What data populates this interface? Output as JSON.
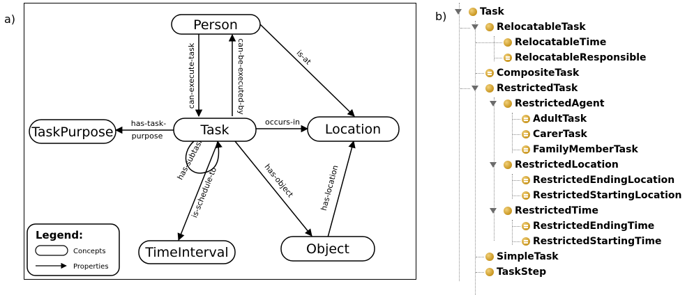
{
  "panel_a": {
    "label": "a)",
    "nodes": {
      "person": "Person",
      "task": "Task",
      "task_purpose": "TaskPurpose",
      "location": "Location",
      "time_interval": "TimeInterval",
      "object": "Object"
    },
    "edges": {
      "can_execute_task": "can-execute-task",
      "can_be_executed_by": "can-be-executed-by",
      "is_at": "is-at",
      "occurs_in": "occurs-in",
      "has_task_purpose_1": "has-task-",
      "has_task_purpose_2": "purpose",
      "has_subtask": "has-subtask",
      "is_schedule_to": "is-schedule-to",
      "has_object": "has-object",
      "has_location": "has-location"
    },
    "legend": {
      "title": "Legend:",
      "concepts": "Concepts",
      "properties": "Properties"
    }
  },
  "panel_b": {
    "label": "b)",
    "tree": [
      {
        "label": "Task",
        "icon": "class-icon"
      },
      {
        "label": "RelocatableTask",
        "icon": "class-icon"
      },
      {
        "label": "RelocatableTime",
        "icon": "class-icon"
      },
      {
        "label": "RelocatableResponsible",
        "icon": "defined-class-icon"
      },
      {
        "label": "CompositeTask",
        "icon": "defined-class-icon"
      },
      {
        "label": "RestrictedTask",
        "icon": "class-icon"
      },
      {
        "label": "RestrictedAgent",
        "icon": "class-icon"
      },
      {
        "label": "AdultTask",
        "icon": "defined-class-icon"
      },
      {
        "label": "CarerTask",
        "icon": "defined-class-icon"
      },
      {
        "label": "FamilyMemberTask",
        "icon": "defined-class-icon"
      },
      {
        "label": "RestrictedLocation",
        "icon": "class-icon"
      },
      {
        "label": "RestrictedEndingLocation",
        "icon": "defined-class-icon"
      },
      {
        "label": "RestrictedStartingLocation",
        "icon": "defined-class-icon"
      },
      {
        "label": "RestrictedTime",
        "icon": "class-icon"
      },
      {
        "label": "RestrictedEndingTime",
        "icon": "defined-class-icon"
      },
      {
        "label": "RestrictedStartingTime",
        "icon": "defined-class-icon"
      },
      {
        "label": "SimpleTask",
        "icon": "class-icon"
      },
      {
        "label": "TaskStep",
        "icon": "class-icon"
      }
    ]
  }
}
